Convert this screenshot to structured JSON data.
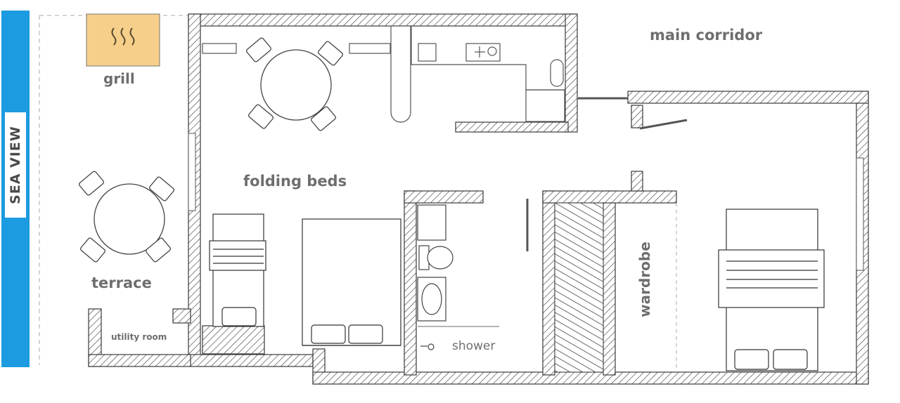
{
  "labels": {
    "sea_view": "SEA VIEW",
    "grill": "grill",
    "terrace": "terrace",
    "utility_room": "utility room",
    "folding_beds": "folding beds",
    "main_corridor": "main corridor",
    "shower": "shower",
    "wardrobe": "wardrobe"
  },
  "colors": {
    "sea_bar": "#1d9be0",
    "grill_fill": "#f6cf8a",
    "wall_stroke": "#3a3a3a",
    "label_text": "#6e6e6e"
  },
  "icons": {
    "grill": "heat-waves-icon"
  }
}
